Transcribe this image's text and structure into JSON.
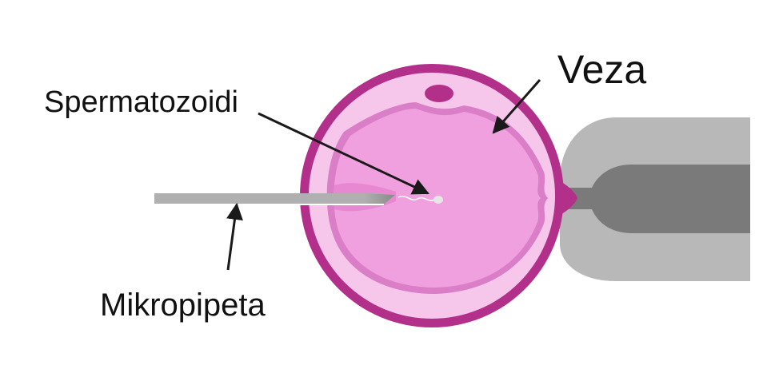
{
  "labels": {
    "egg": "Veza",
    "sperm": "Spermatozoidi",
    "pipette": "Mikropipeta"
  },
  "colors": {
    "zona_outer": "#b3308a",
    "zona_inner": "#f6c7ea",
    "cytoplasm": "#f0a0df",
    "cytoplasm_edge": "#d97ec7",
    "nucleus": "#b3308a",
    "holder_light": "#b8b8b8",
    "holder_dark": "#7a7a7a",
    "needle": "#b0b0b0",
    "arrow": "#1a1a1a"
  }
}
